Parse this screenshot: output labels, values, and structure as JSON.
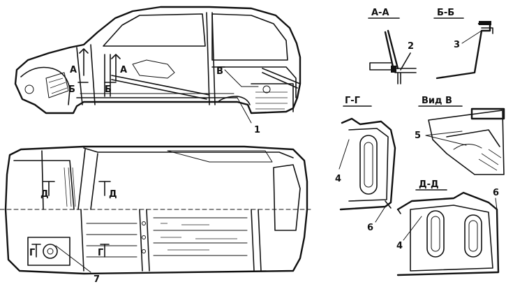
{
  "sections": {
    "aa": "А-А",
    "bb": "Б-Б",
    "gg": "Г-Г",
    "view_v": "Вид В",
    "dd": "Д-Д"
  },
  "side_view_markers": {
    "a_front": "А",
    "b_front": "Б",
    "a_mid": "А",
    "b_mid": "Б",
    "v_rear": "В"
  },
  "floor_view_markers": {
    "d_left": "Д",
    "d_right": "Д",
    "g_left": "Г",
    "g_right": "Г"
  },
  "callouts": {
    "c1": "1",
    "c2": "2",
    "c3": "3",
    "c4a": "4",
    "c4b": "4",
    "c5": "5",
    "c6a": "6",
    "c6b": "6",
    "c7": "7"
  }
}
